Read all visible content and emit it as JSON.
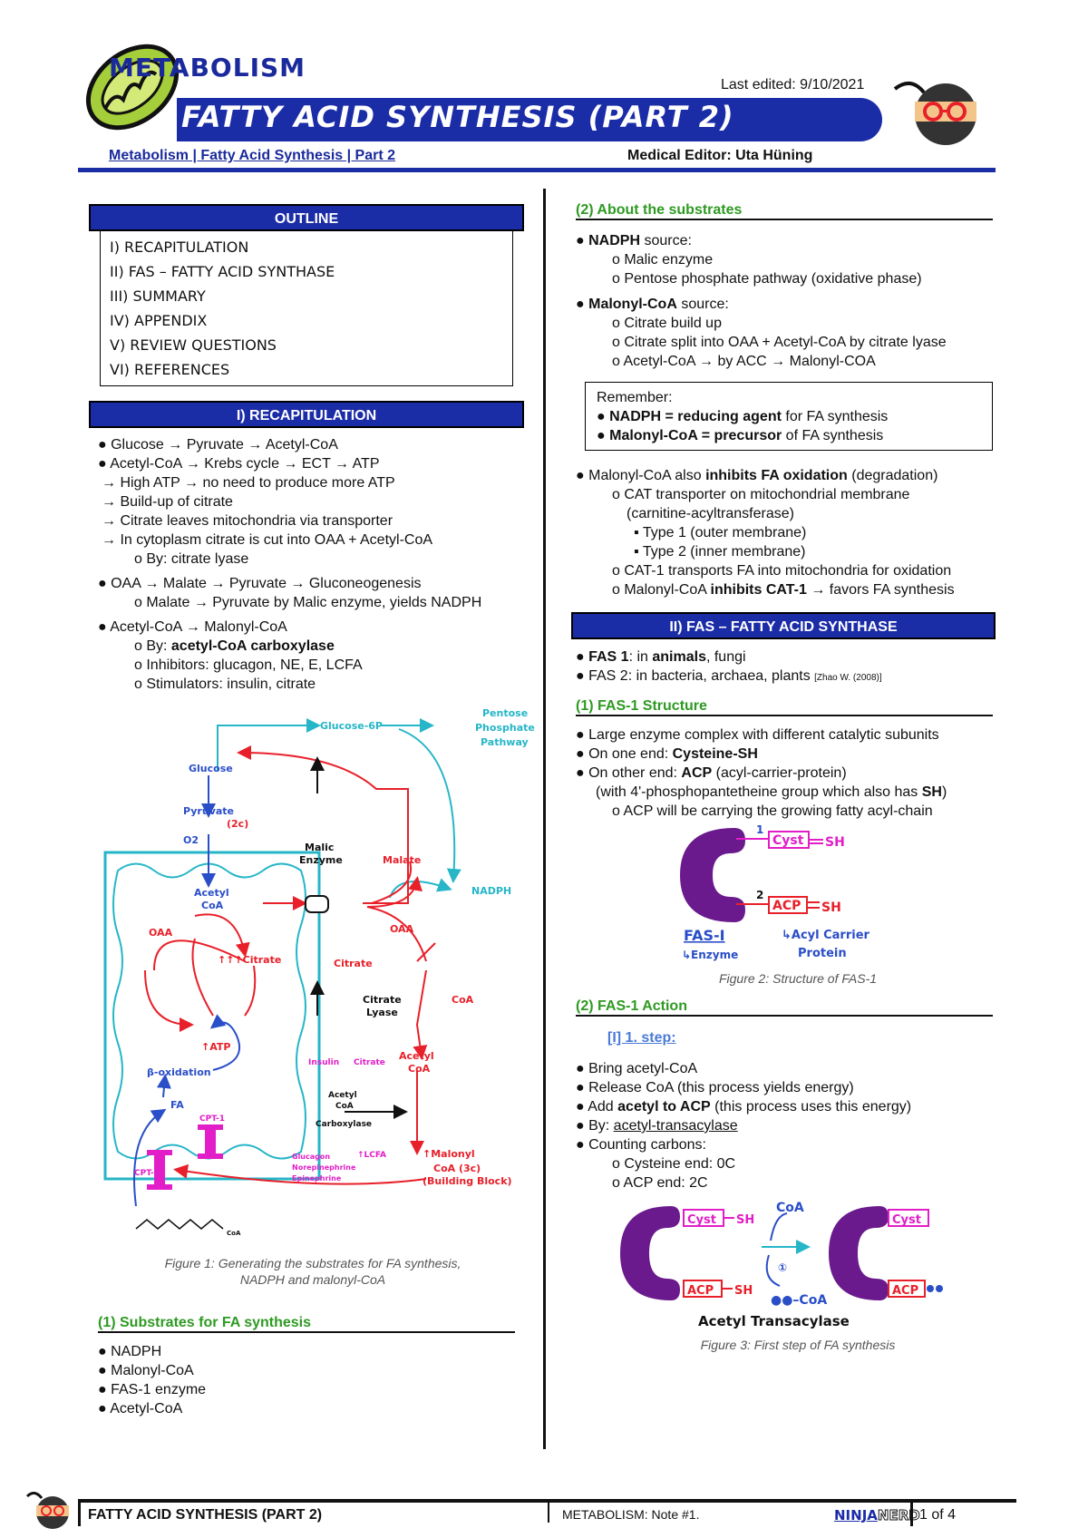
{
  "header": {
    "subject": "METABOLISM",
    "title": "FATTY ACID SYNTHESIS (PART 2)",
    "last_edited": "Last edited: 9/10/2021",
    "breadcrumb": "Metabolism | Fatty Acid Synthesis | Part 2",
    "editor": "Medical Editor: Uta Hüning"
  },
  "outline": {
    "title": "OUTLINE",
    "items": [
      "I) RECAPITULATION",
      "II) FAS – FATTY ACID SYNTHASE",
      "III) SUMMARY",
      "IV) APPENDIX",
      "V) REVIEW QUESTIONS",
      "VI) REFERENCES"
    ]
  },
  "recap": {
    "title": "I) RECAPITULATION",
    "lines": [
      "Glucose → Pyruvate → Acetyl-CoA",
      "Acetyl-CoA → Krebs cycle → ECT → ATP",
      "→ High ATP → no need to produce more ATP",
      "→ Build-up of citrate",
      "→ Citrate leaves mitochondria via transporter",
      "→ In cytoplasm citrate is cut into OAA + Acetyl-CoA",
      "o By: citrate lyase",
      "OAA → Malate → Pyruvate → Gluconeogenesis",
      "o Malate → Pyruvate by Malic enzyme, yields NADPH",
      "Acetyl-CoA → Malonyl-CoA",
      "o By: ",
      "acetyl-CoA carboxylase",
      "o Inhibitors: glucagon, NE, E, LCFA",
      "o Stimulators: insulin, citrate"
    ]
  },
  "figure1": {
    "labels": {
      "glucose6p": "Glucose-6P",
      "ppp1": "Pentose",
      "ppp2": "Phosphate",
      "ppp3": "Pathway",
      "glucose": "Glucose",
      "pyruvate": "Pyruvate",
      "pyr2c": "(2c)",
      "o2": "O2",
      "malic1": "Malic",
      "malic2": "Enzyme",
      "malate": "Malate",
      "nadph": "NADPH",
      "acetyl1": "Acetyl",
      "acetyl2": "CoA",
      "oaa_in": "OAA",
      "oaa_out": "OAA",
      "citrate_in": "↑↑↑Citrate",
      "citrate_out": "Citrate",
      "lyase1": "Citrate",
      "lyase2": "Lyase",
      "coa": "CoA",
      "atp": "↑ATP",
      "box": "β-oxidation",
      "fa": "FA",
      "cpt1": "CPT-1",
      "cpt2": "CPT-1",
      "insulin": "Insulin",
      "citrate_s": "Citrate",
      "acc1": "Acetyl",
      "acc2": "CoA",
      "acc3": "Carboxylase",
      "acetylcoa_out1": "Acetyl",
      "acetylcoa_out2": "CoA",
      "glucagon1": "Glucagon",
      "glucagon2": "Norepinephrine",
      "glucagon3": "Epinephrine",
      "lcfa": "↑LCFA",
      "malonyl1": "↑Malonyl",
      "malonyl2": "CoA (3c)",
      "malonyl3": "(Building Block)",
      "fa_coa": "CoA"
    },
    "caption1": "Figure 1: Generating the substrates for FA synthesis,",
    "caption2": "NADPH and malonyl-CoA"
  },
  "substrates": {
    "title": "(1)  Substrates for FA synthesis",
    "items": [
      "NADPH",
      "Malonyl-CoA",
      "FAS-1 enzyme",
      "Acetyl-CoA"
    ]
  },
  "about": {
    "title": "(2)  About the substrates",
    "nadph_b": "NADPH",
    "nadph_t": " source:",
    "nadph_items": [
      "o Malic enzyme",
      "o Pentose phosphate pathway (oxidative phase)"
    ],
    "mal_b": "Malonyl-CoA",
    "mal_t": " source:",
    "mal_items": [
      "o Citrate build up",
      "o Citrate split into OAA + Acetyl-CoA by citrate lyase",
      "o Acetyl-CoA → by ACC → Malonyl-COA"
    ]
  },
  "remember": {
    "title": "Remember:",
    "l1b": "NADPH = reducing agent",
    "l1t": " for FA synthesis",
    "l2b": "Malonyl-CoA = precursor",
    "l2t": " of FA synthesis"
  },
  "inhibit": {
    "a": "Malonyl-CoA also ",
    "b": "inhibits FA oxidation",
    "c": " (degradation)",
    "l1": "o CAT transporter on mitochondrial membrane",
    "l2": "(carnitine-acyltransferase)",
    "l3": "▪ Type 1 (outer membrane)",
    "l4": "▪ Type 2 (inner membrane)",
    "l5": "o CAT-1 transports FA into mitochondria for oxidation",
    "l6a": "o Malonyl-CoA ",
    "l6b": "inhibits CAT-1",
    "l6c": " → favors FA synthesis"
  },
  "fas": {
    "title": "II) FAS – FATTY ACID SYNTHASE",
    "f1b": "FAS 1",
    "f1t": ": in ",
    "f1b2": "animals",
    "f1t2": ", fungi",
    "f2": "FAS 2: in bacteria, archaea, plants ",
    "f2cite": "[Zhao W. (2008)]"
  },
  "structure": {
    "title": "(1)  FAS-1 Structure",
    "s1": "Large enzyme complex with different catalytic subunits",
    "s2a": "On one end: ",
    "s2b": "Cysteine-SH",
    "s3a": "On other end: ",
    "s3b": "ACP",
    "s3c": " (acyl-carrier-protein)",
    "s4a": "(with 4'-phosphopantetheine group which also has ",
    "s4b": "SH",
    "s4c": ")",
    "s5": "o ACP will be carrying the growing fatty acyl-chain",
    "fig": {
      "n1": "1",
      "n2": "2",
      "cyst": "Cyst",
      "sh1": "SH",
      "acp": "ACP",
      "sh2": "SH",
      "fas1": "FAS-I",
      "enzyme": "↳Enzyme",
      "carrier": "↳Acyl Carrier",
      "protein": "Protein"
    },
    "caption": "Figure 2: Structure of FAS-1"
  },
  "action": {
    "title": "(2)  FAS-1 Action",
    "step": "[I]  1. step:",
    "a1": "Bring acetyl-CoA",
    "a2": "Release CoA (this process yields energy)",
    "a3a": "Add ",
    "a3b": "acetyl to ACP",
    "a3c": " (this process uses this energy)",
    "a4a": "By: ",
    "a4b": "acetyl-transacylase",
    "a5": "Counting carbons:",
    "a6": "o Cysteine end: 0C",
    "a7": "o ACP end: 2C",
    "fig": {
      "cyst1": "Cyst",
      "sh1": "SH",
      "acp1": "ACP",
      "sh2": "SH",
      "coa_top": "CoA",
      "coa_bottom": "●●–CoA",
      "cyst2": "Cyst",
      "acp2": "ACP",
      "name": "Acetyl Transacylase",
      "circle": "①"
    },
    "caption": "Figure 3: First step of FA synthesis"
  },
  "footer": {
    "title": "FATTY ACID SYNTHESIS (PART 2)",
    "note": "METABOLISM: Note #1.",
    "brand1": "NINJA",
    "brand2": "NERD",
    "page": "1 of 4"
  },
  "colors": {
    "navy": "#1b2ca7",
    "green": "#2e9a22",
    "red": "#e8202a",
    "cyan": "#26b6c8",
    "magenta": "#e21ec8",
    "purple": "#6a1a8c"
  }
}
